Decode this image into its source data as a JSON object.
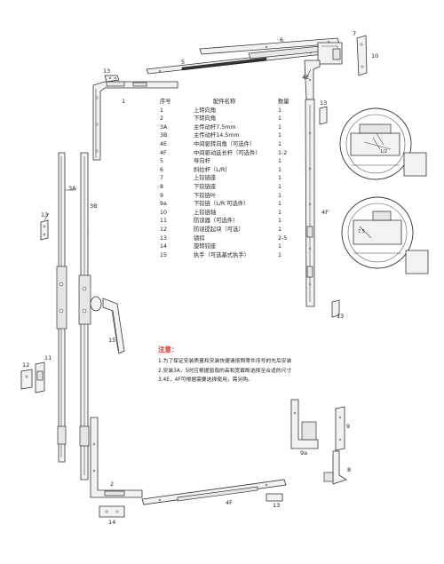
{
  "table": {
    "headers": {
      "no": "序号",
      "name": "配件名称",
      "qty": "数量"
    },
    "rows": [
      {
        "no": "1",
        "name": "上转向角",
        "qty": "1"
      },
      {
        "no": "2",
        "name": "下转向角",
        "qty": "1"
      },
      {
        "no": "3A",
        "name": "主传动杆7.5mm",
        "qty": "1"
      },
      {
        "no": "3B",
        "name": "主传动杆14.5mm",
        "qty": "1"
      },
      {
        "no": "4E",
        "name": "中间驱转向角（可选件）",
        "qty": "1"
      },
      {
        "no": "4F",
        "name": "中间驱动延长杆（可选件）",
        "qty": "1-2"
      },
      {
        "no": "5",
        "name": "导向杆",
        "qty": "1"
      },
      {
        "no": "6",
        "name": "斜拉杆（L/R）",
        "qty": "1"
      },
      {
        "no": "7",
        "name": "上铰链座",
        "qty": "1"
      },
      {
        "no": "8",
        "name": "下铰链座",
        "qty": "1"
      },
      {
        "no": "9",
        "name": "下铰链叶",
        "qty": "1"
      },
      {
        "no": "9a",
        "name": "下铰链（L/R 可选件）",
        "qty": "1"
      },
      {
        "no": "10",
        "name": "上铰链轴",
        "qty": "1"
      },
      {
        "no": "11",
        "name": "防误器（可选件）",
        "qty": "1"
      },
      {
        "no": "12",
        "name": "防误提起块（可选）",
        "qty": "1"
      },
      {
        "no": "13",
        "name": "锁扣",
        "qty": "2-5"
      },
      {
        "no": "14",
        "name": "旋转铰座",
        "qty": "1"
      },
      {
        "no": "15",
        "name": "执手（可选基式执手）",
        "qty": "1"
      }
    ]
  },
  "notes": {
    "title": "注意：",
    "lines": [
      "1.为了保证安装质量和安装快捷请按照零件序号的先后安装",
      "2.安装3A，5时应根据窗扇的高和宽截断选择至合适的尺寸",
      "3.4E，4F可根据需要选择使用，需另购。"
    ]
  },
  "labels": {
    "p1": "1",
    "p2": "2",
    "p3a": "3A",
    "p3b": "3B",
    "p4e": "4E",
    "p4f_right": "4F",
    "p4f_bottom": "4F",
    "p5": "5",
    "p6": "6",
    "p7": "7",
    "p8": "8",
    "p9": "9",
    "p9a": "9a",
    "p10": "10",
    "p11": "11",
    "p12": "12",
    "p13_top": "13",
    "p13_left": "13",
    "p13_right_top": "13",
    "p13_right_bottom": "13",
    "p13_bottom": "13",
    "p14": "14",
    "p15": "15"
  },
  "detail_labels": {
    "d1": "1/2",
    "d2": "7.5"
  }
}
